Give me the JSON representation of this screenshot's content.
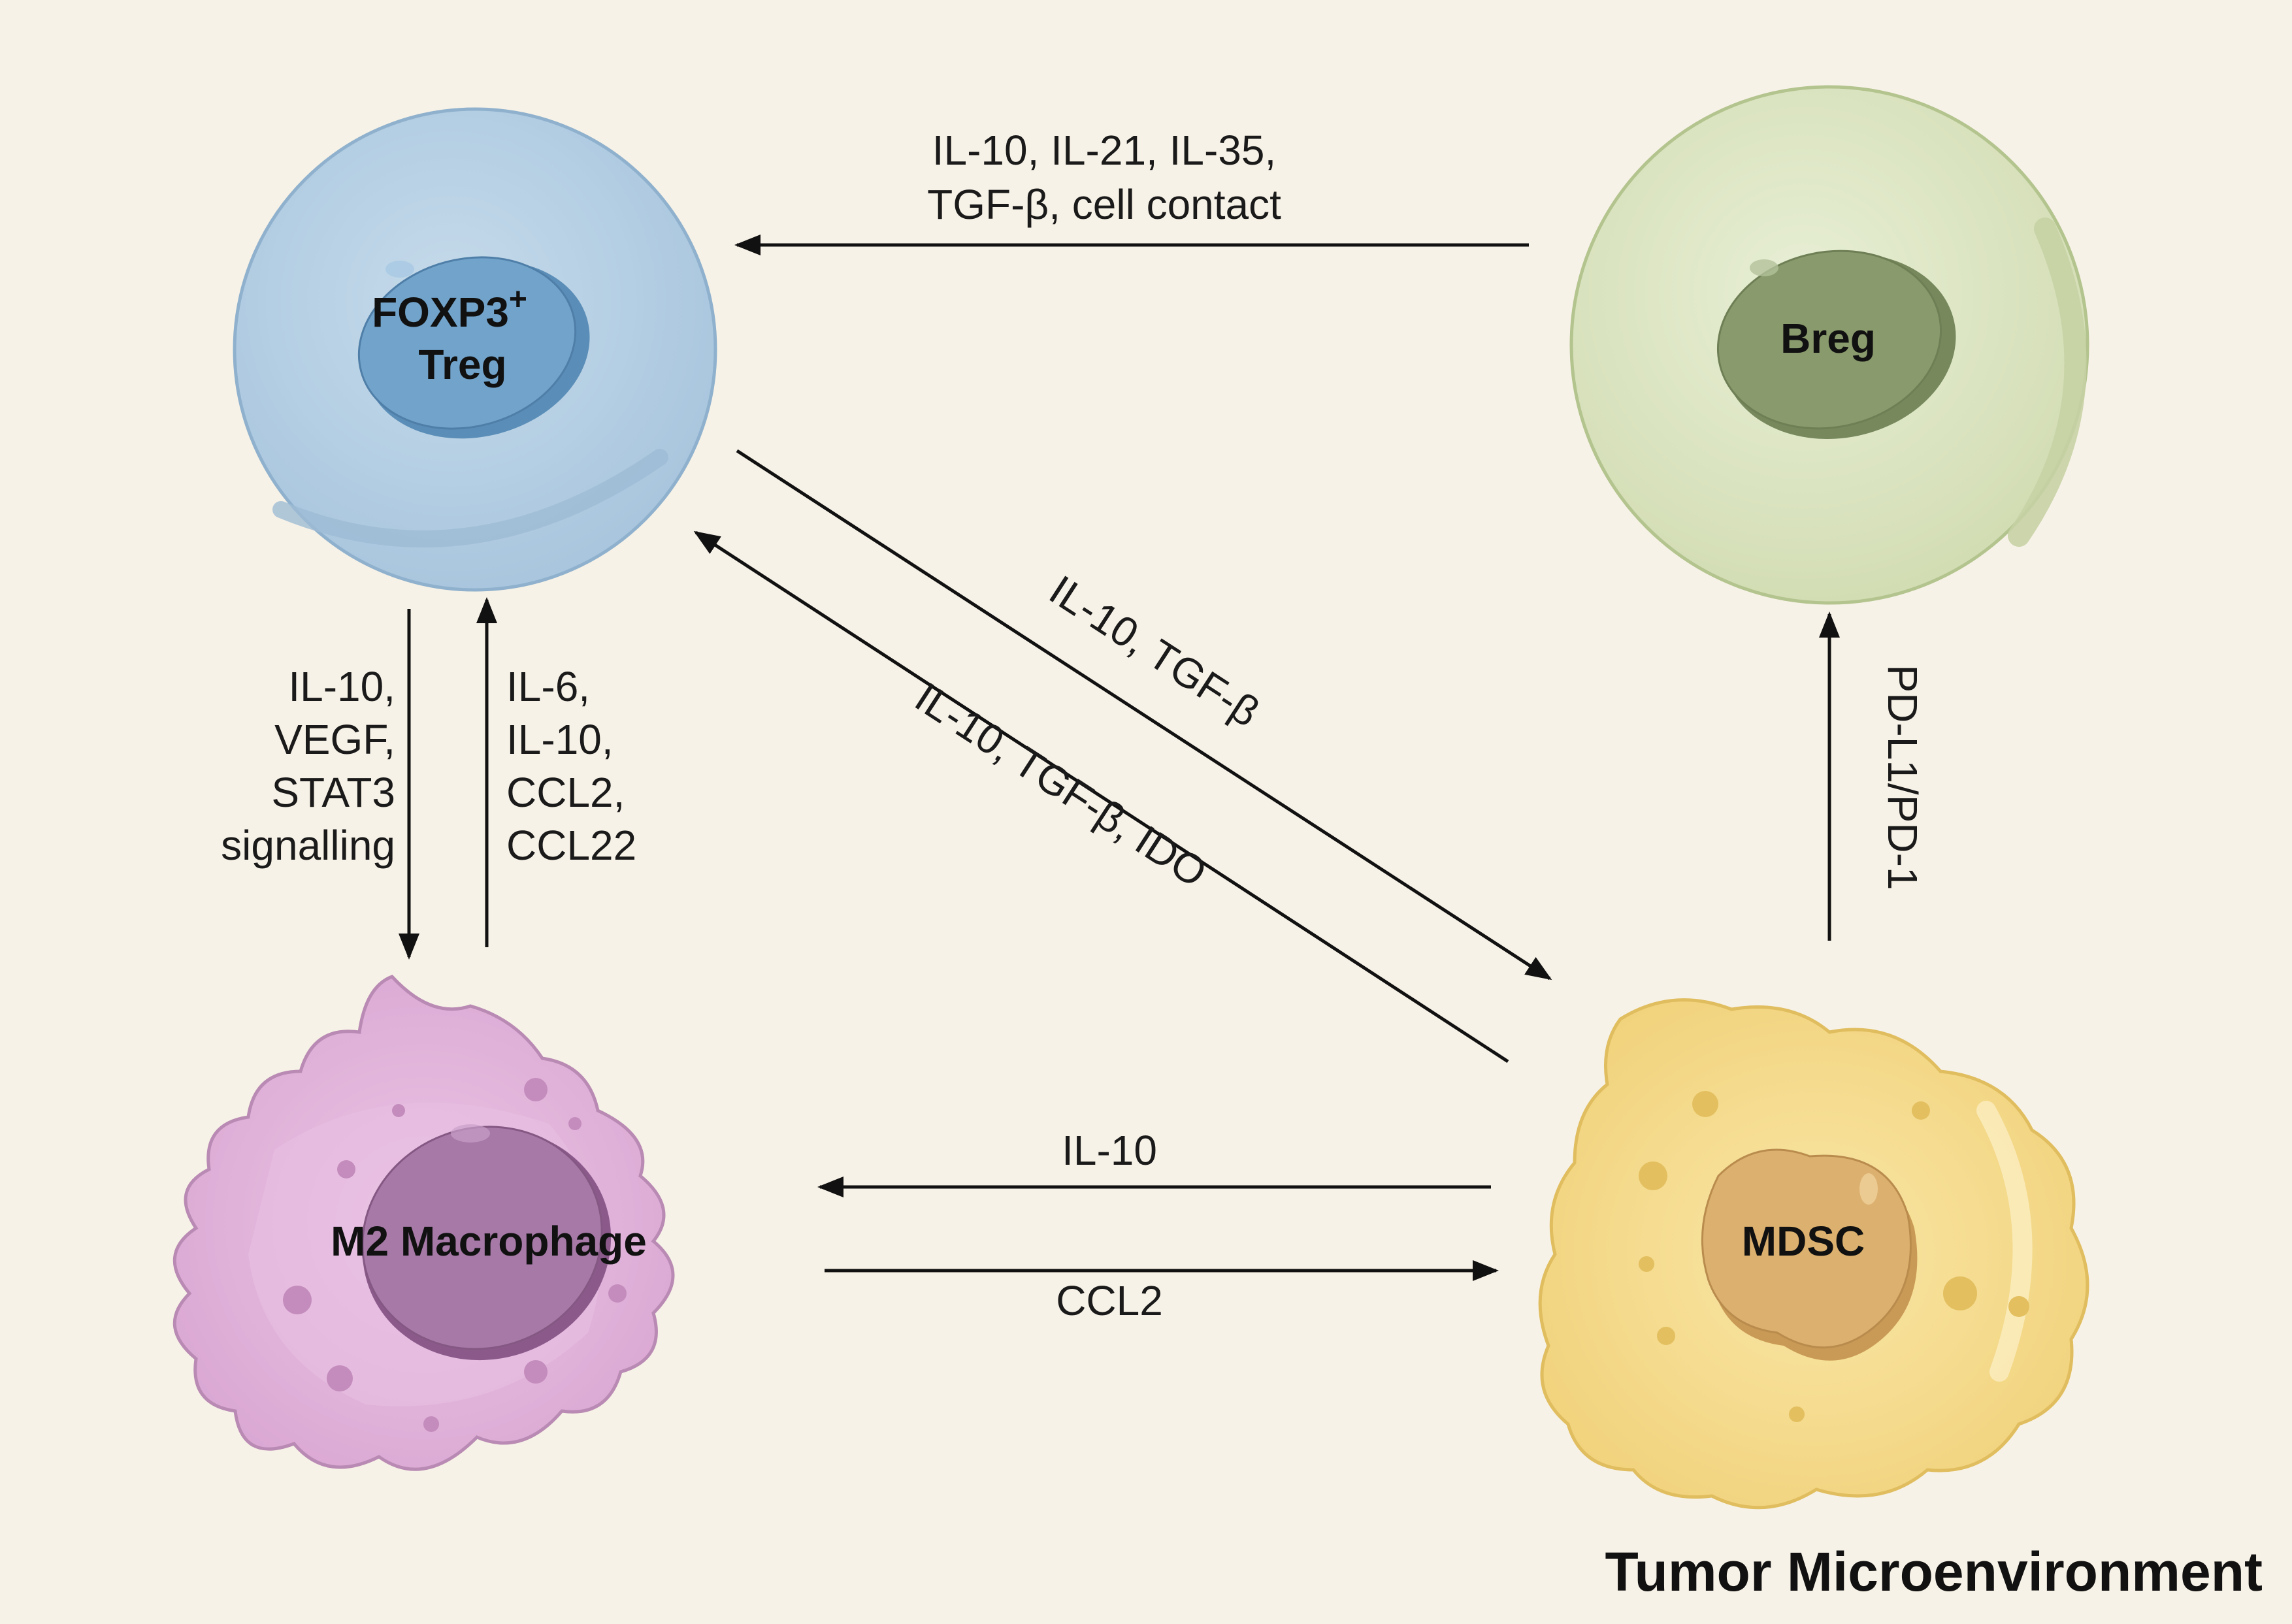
{
  "title": "Tumor Microenvironment",
  "cells": {
    "treg": {
      "line1": "FOXP3",
      "sup": "+",
      "line2": "Treg",
      "membrane_color": "#b5cfe3",
      "nucleus_color": "#6fa0c8"
    },
    "breg": {
      "label": "Breg",
      "membrane_color": "#dfe8c8",
      "nucleus_color": "#8a9b6e"
    },
    "m2": {
      "label": "M2 Macrophage",
      "membrane_color": "#e3b5dc",
      "nucleus_color": "#a677a6"
    },
    "mdsc": {
      "label": "MDSC",
      "membrane_color": "#f6de91",
      "nucleus_color": "#dcb06e"
    }
  },
  "arrows": {
    "breg_to_treg": {
      "lines": [
        "IL-10, IL-21, IL-35,",
        "TGF-β, cell contact"
      ]
    },
    "treg_to_mdsc": {
      "label": "IL-10, TGF-β"
    },
    "mdsc_to_treg": {
      "label": "IL-10, TGF-β, IDO"
    },
    "treg_to_m2": {
      "lines": [
        "IL-10,",
        "VEGF,",
        "STAT3",
        "signalling"
      ]
    },
    "m2_to_treg": {
      "lines": [
        "IL-6,",
        "IL-10,",
        "CCL2,",
        "CCL22"
      ]
    },
    "mdsc_to_breg": {
      "label": "PD-L1/PD-1"
    },
    "mdsc_to_m2": {
      "label": "IL-10"
    },
    "m2_to_mdsc": {
      "label": "CCL2"
    }
  }
}
